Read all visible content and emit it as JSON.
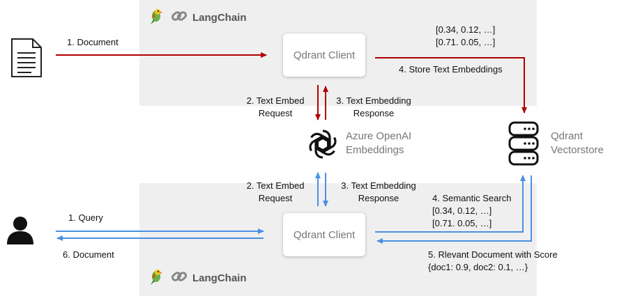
{
  "colors": {
    "red": "#b00000",
    "blue": "#4a90e2",
    "panel": "#efefef"
  },
  "top": {
    "brand": "LangChain",
    "client": "Qdrant Client",
    "doc_arrow": "1. Document",
    "vec1": "[0.34, 0.12, …]",
    "vec2": "[0.71. 0.05, …]",
    "store": "4. Store Text Embeddings",
    "req_line1": "2. Text Embed",
    "req_line2": "Request",
    "resp_line1": "3. Text Embedding",
    "resp_line2": "Response"
  },
  "openai": {
    "line1": "Azure OpenAI",
    "line2": "Embeddings"
  },
  "vectorstore": {
    "line1": "Qdrant",
    "line2": "Vectorstore"
  },
  "bottom": {
    "brand": "LangChain",
    "client": "Qdrant Client",
    "query": "1. Query",
    "document": "6. Document",
    "req_line1": "2. Text Embed",
    "req_line2": "Request",
    "resp_line1": "3. Text Embedding",
    "resp_line2": "Response",
    "search": "4. Semantic Search",
    "vec1": "[0.34, 0.12, …]",
    "vec2": "[0.71. 0.05, …]",
    "result": "5. Rlevant Document with Score",
    "scores": "{doc1: 0.9, doc2: 0.1, …}"
  },
  "icons": [
    "document-icon",
    "parrot-icon",
    "chain-link-icon",
    "openai-logo-icon",
    "database-icon",
    "user-icon"
  ]
}
